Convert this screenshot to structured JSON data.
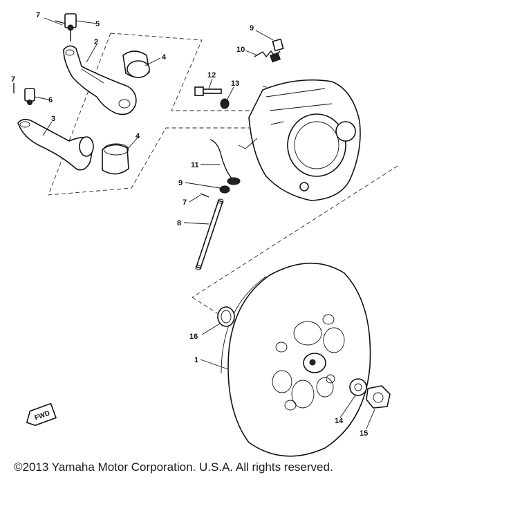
{
  "copyright": "©2013 Yamaha Motor Corporation. U.S.A. All rights reserved.",
  "fwd_label": "FWD",
  "callouts": [
    {
      "id": "c-7a",
      "text": "7"
    },
    {
      "id": "c-5",
      "text": "5"
    },
    {
      "id": "c-2",
      "text": "2"
    },
    {
      "id": "c-4a",
      "text": "4"
    },
    {
      "id": "c-7b",
      "text": "7"
    },
    {
      "id": "c-6",
      "text": "6"
    },
    {
      "id": "c-3",
      "text": "3"
    },
    {
      "id": "c-4b",
      "text": "4"
    },
    {
      "id": "c-9a",
      "text": "9"
    },
    {
      "id": "c-10",
      "text": "10"
    },
    {
      "id": "c-12",
      "text": "12"
    },
    {
      "id": "c-13",
      "text": "13"
    },
    {
      "id": "c-11",
      "text": "11"
    },
    {
      "id": "c-9b",
      "text": "9"
    },
    {
      "id": "c-7c",
      "text": "7"
    },
    {
      "id": "c-8",
      "text": "8"
    },
    {
      "id": "c-16",
      "text": "16"
    },
    {
      "id": "c-1",
      "text": "1"
    },
    {
      "id": "c-14",
      "text": "14"
    },
    {
      "id": "c-15",
      "text": "15"
    }
  ]
}
